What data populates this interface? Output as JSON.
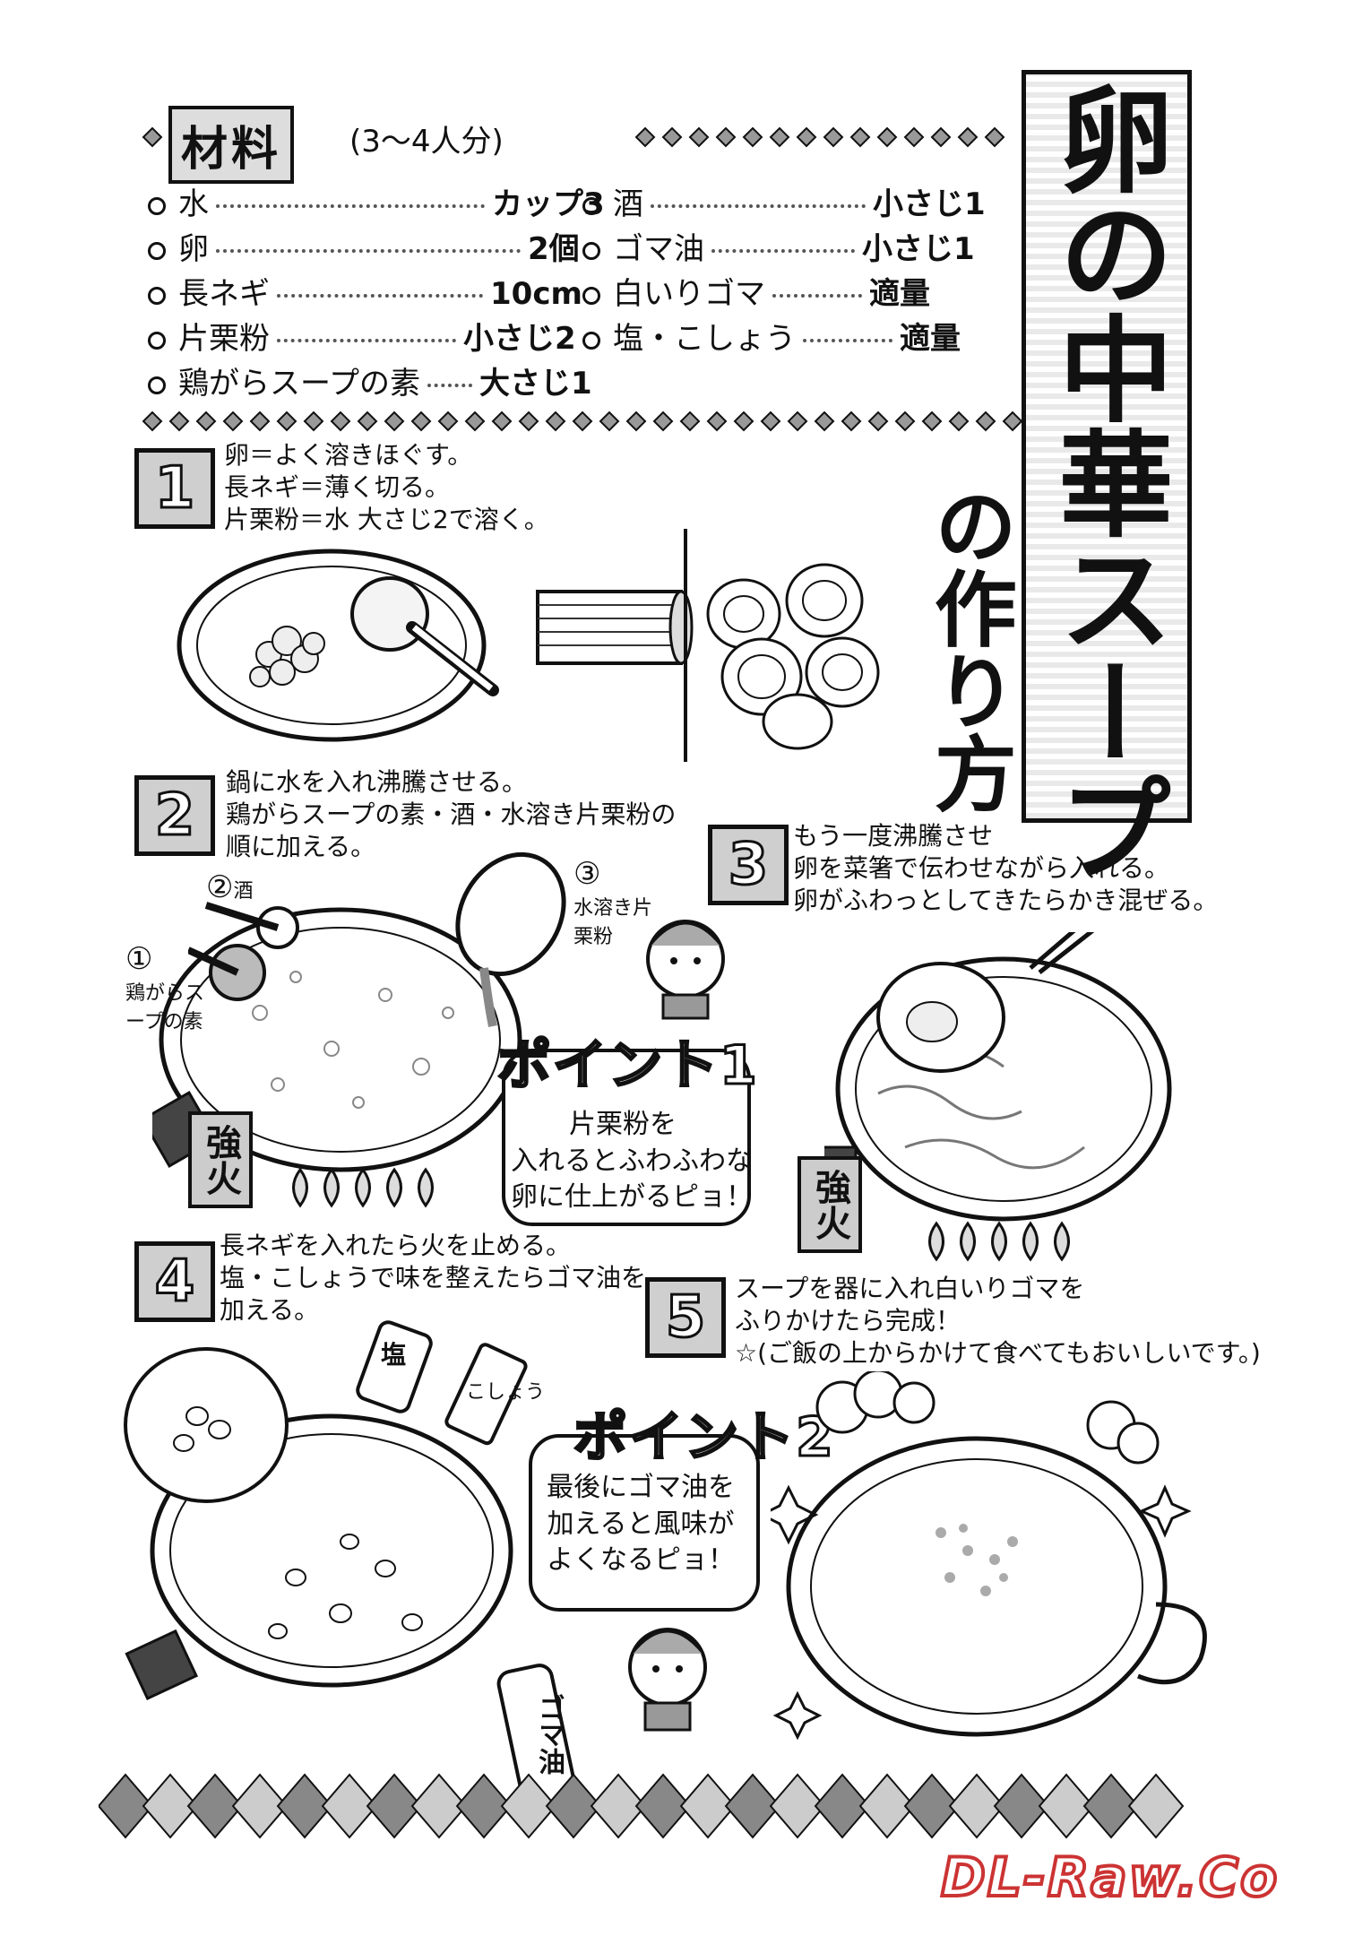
{
  "ingredients": {
    "title": "材料",
    "servings": "(3〜4人分)",
    "left": [
      {
        "name": "水",
        "amount": "カップ3"
      },
      {
        "name": "卵",
        "amount": "2個"
      },
      {
        "name": "長ネギ",
        "amount": "10cm"
      },
      {
        "name": "片栗粉",
        "amount": "小さじ2"
      },
      {
        "name": "鶏がらスープの素",
        "amount": "大さじ1"
      }
    ],
    "right": [
      {
        "name": "酒",
        "amount": "小さじ1"
      },
      {
        "name": "ゴマ油",
        "amount": "小さじ1"
      },
      {
        "name": "白いりゴマ",
        "amount": "適量"
      },
      {
        "name": "塩・こしょう",
        "amount": "適量"
      }
    ]
  },
  "title": {
    "main": "卵の中華スープ",
    "sub": "の作り方"
  },
  "steps": [
    {
      "num": "1",
      "lines": [
        "卵＝よく溶きほぐす。",
        "長ネギ＝薄く切る。",
        "片栗粉＝水 大さじ2で溶く。"
      ]
    },
    {
      "num": "2",
      "lines": [
        "鍋に水を入れ沸騰させる。",
        "鶏がらスープの素・酒・水溶き片栗粉の",
        "順に加える。"
      ]
    },
    {
      "num": "3",
      "lines": [
        "もう一度沸騰させ",
        "卵を菜箸で伝わせながら入れる。",
        "卵がふわっとしてきたらかき混ぜる。"
      ]
    },
    {
      "num": "4",
      "lines": [
        "長ネギを入れたら火を止める。",
        "塩・こしょうで味を整えたらゴマ油を",
        "加える。"
      ]
    },
    {
      "num": "5",
      "lines": [
        "スープを器に入れ白いりゴマを",
        "ふりかけたら完成！",
        "☆(ご飯の上からかけて食べてもおいしいです。)"
      ]
    }
  ],
  "step2_labels": {
    "one_num": "①",
    "one_text": "鶏がらスープの素",
    "two_num": "②",
    "two_text": "酒",
    "three_num": "③",
    "three_text": "水溶き片栗粉"
  },
  "heat_label": "強火",
  "point1": {
    "title": "ポイント1",
    "lines": [
      "片栗粉を",
      "入れるとふわふわな",
      "卵に仕上がるピョ！"
    ]
  },
  "point2": {
    "title": "ポイント2",
    "lines": [
      "最後にゴマ油を",
      "加えると風味が",
      "よくなるピョ！"
    ]
  },
  "shaker_labels": {
    "salt": "塩",
    "pepper": "こしょう",
    "oil": "ゴマ油"
  },
  "watermark": "DL-Raw.Co"
}
